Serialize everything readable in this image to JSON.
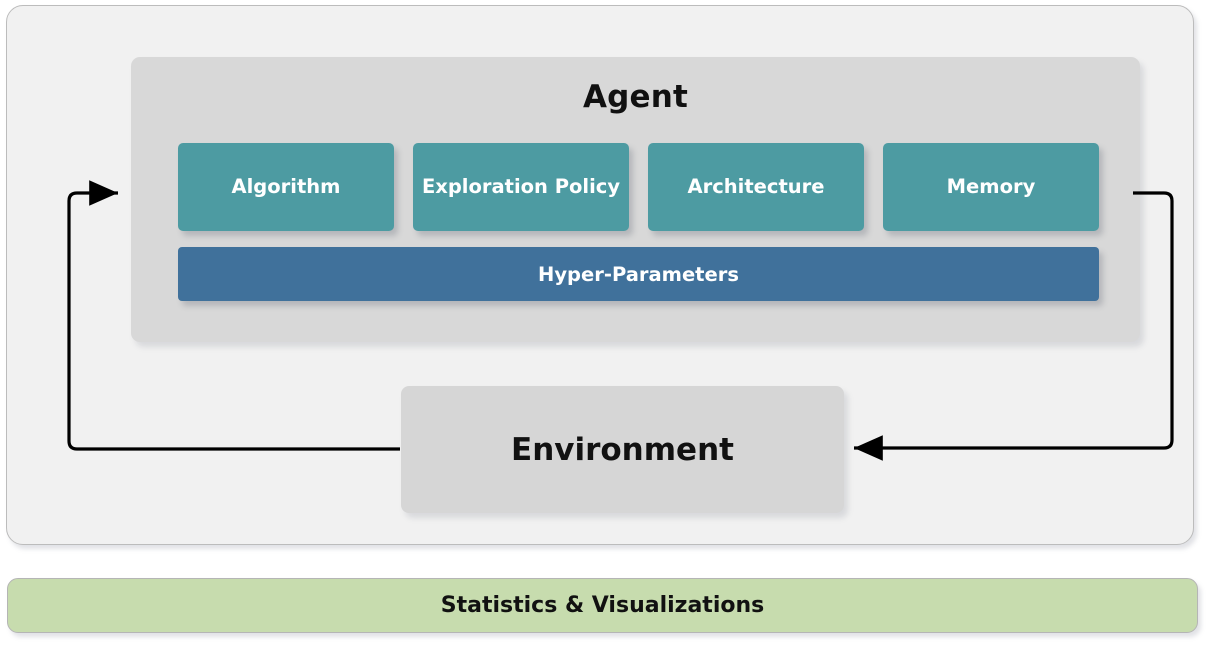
{
  "diagram": {
    "title_visible": false,
    "outer_panel": {
      "name": "framework-panel",
      "bg": "#f1f1f1",
      "border": "#bcbcbc"
    },
    "agent": {
      "title": "Agent",
      "bg": "#d8d8d8",
      "components": [
        {
          "label": "Algorithm",
          "color": "#4d9ba2"
        },
        {
          "label": "Exploration Policy",
          "color": "#4d9ba2"
        },
        {
          "label": "Architecture",
          "color": "#4d9ba2"
        },
        {
          "label": "Memory",
          "color": "#4d9ba2"
        }
      ],
      "hyper_parameters": {
        "label": "Hyper-Parameters",
        "color": "#40719b"
      }
    },
    "environment": {
      "label": "Environment",
      "bg": "#d6d6d6"
    },
    "statistics_bar": {
      "label": "Statistics & Visualizations",
      "bg": "#c7dcae",
      "border": "#b5b5b5"
    },
    "arrows": [
      {
        "name": "environment-to-agent-arrow",
        "from": "Environment",
        "to": "Agent",
        "direction": "left-then-up-then-right",
        "color": "#000000"
      },
      {
        "name": "agent-to-environment-arrow",
        "from": "Agent",
        "to": "Environment",
        "direction": "right-then-down-then-left",
        "color": "#000000"
      }
    ]
  }
}
